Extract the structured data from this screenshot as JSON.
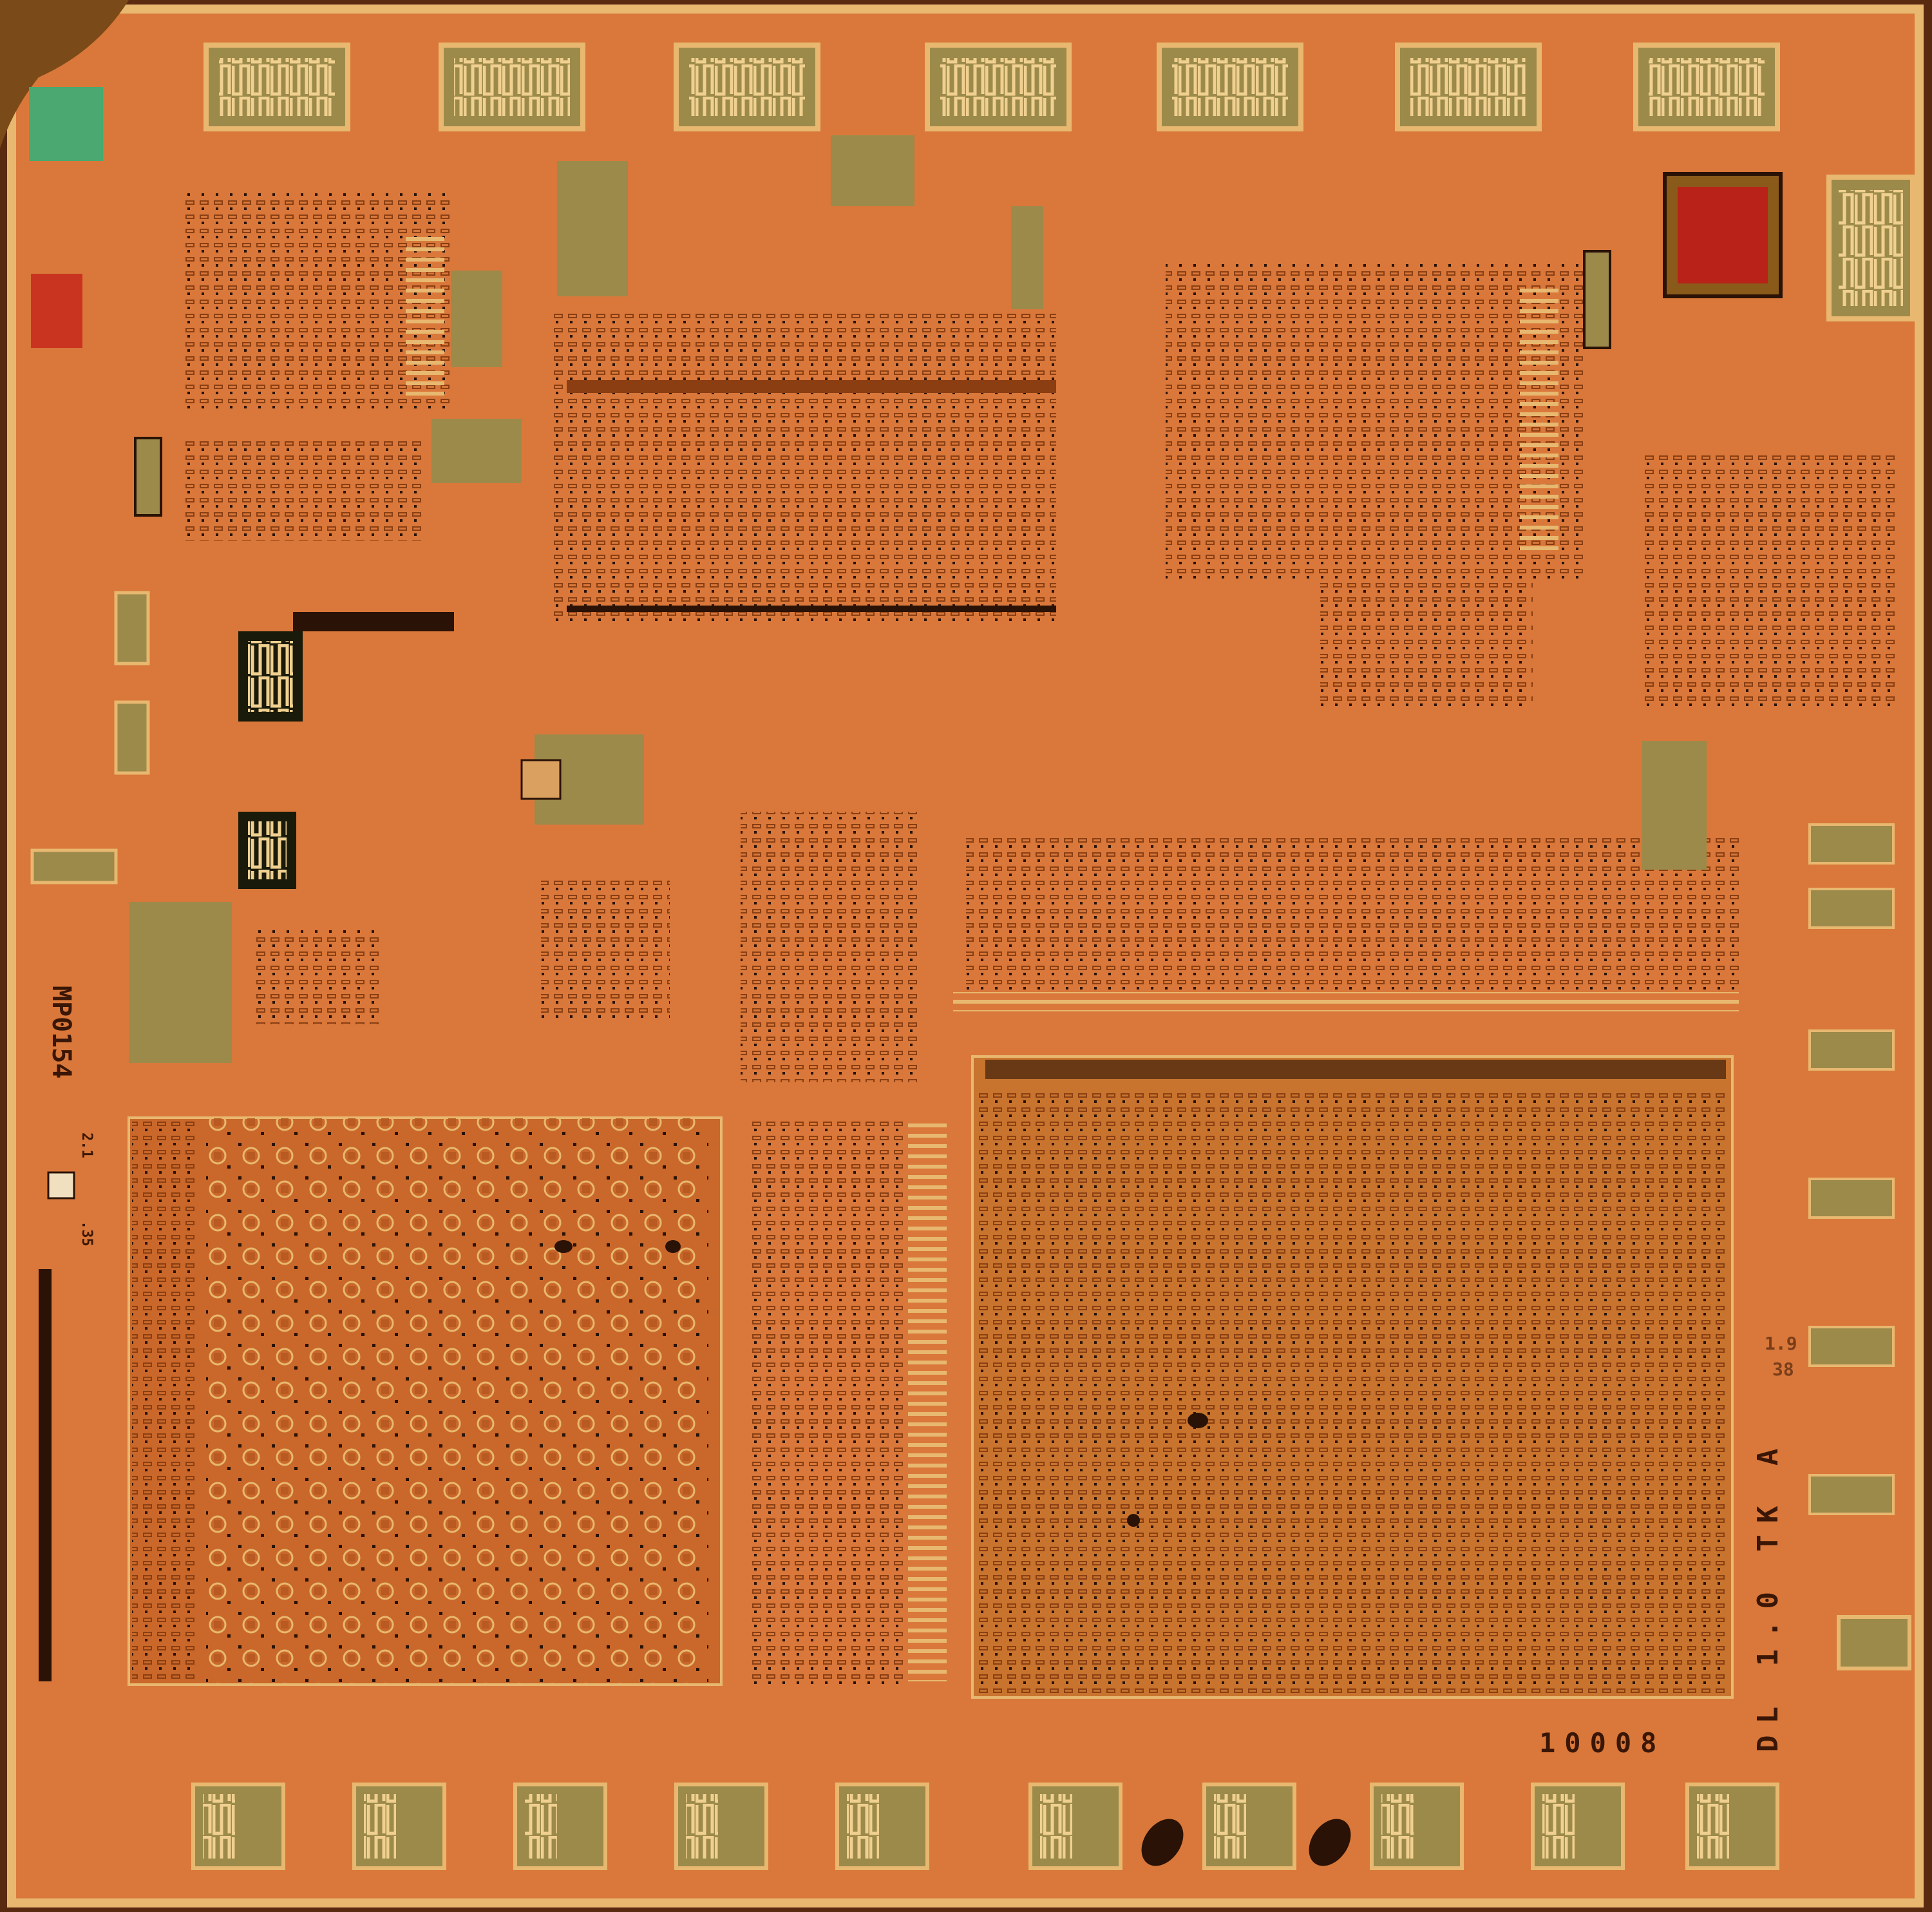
{
  "image": {
    "description_kind": "micrograph",
    "markings": {
      "part_number": "MP0154",
      "revision": "2.1",
      "sub_rev": ".35",
      "code_a": "1.9",
      "code_b": "38",
      "mask": "DL 1.0 TK A",
      "serial": "10008"
    }
  },
  "colors": {
    "substrate": "#d9783a",
    "substrate_dark": "#b85a22",
    "metal": "#e8b870",
    "poly": "#9c8a4a",
    "via": "#2a1206",
    "pad_red": "#c83420"
  }
}
